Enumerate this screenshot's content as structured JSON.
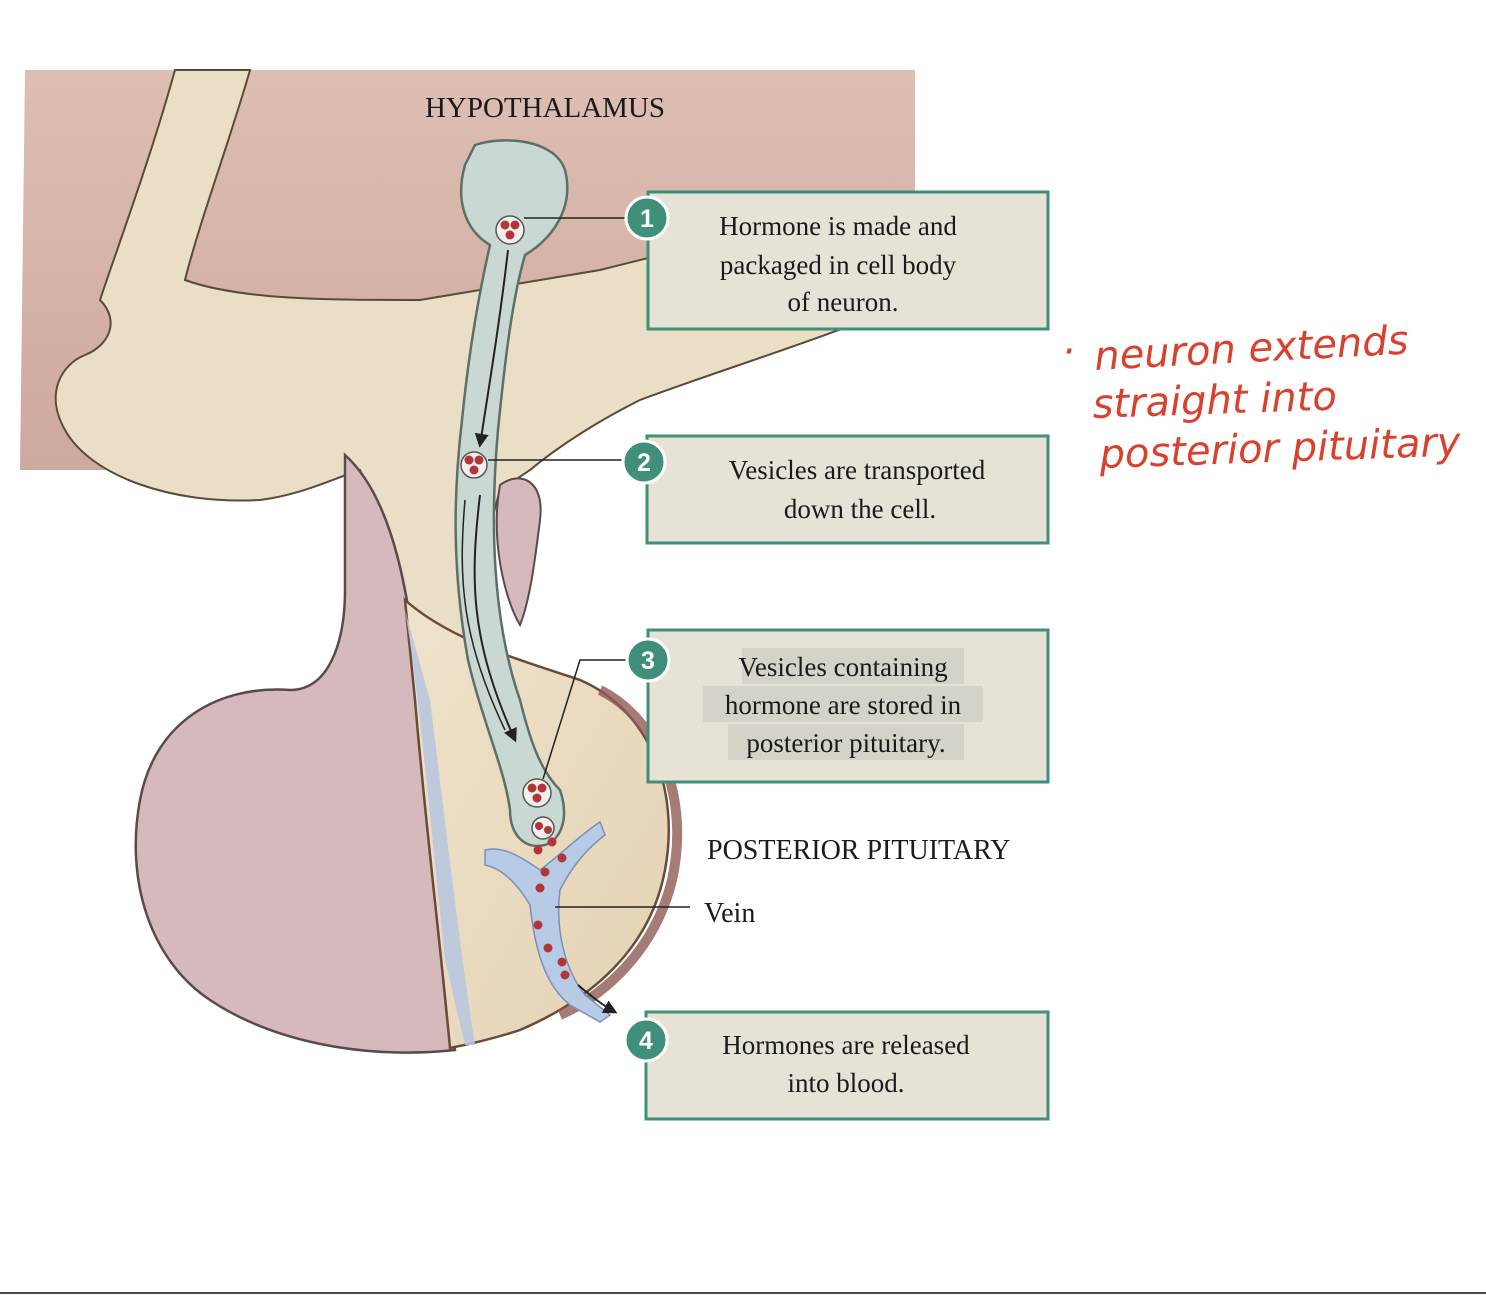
{
  "labels": {
    "hypothalamus": "HYPOTHALAMUS",
    "posterior_pituitary": "POSTERIOR PITUITARY",
    "vein": "Vein"
  },
  "steps": [
    {
      "number": "1",
      "lines": [
        "Hormone is made and",
        "packaged in cell body",
        "of neuron."
      ]
    },
    {
      "number": "2",
      "lines": [
        "Vesicles are transported",
        "down the cell."
      ]
    },
    {
      "number": "3",
      "lines": [
        "Vesicles containing",
        "hormone are stored in",
        "posterior pituitary."
      ]
    },
    {
      "number": "4",
      "lines": [
        "Hormones are released",
        "into blood."
      ]
    }
  ],
  "handwritten_note": {
    "bullet": "·",
    "lines": [
      "neuron extends",
      "straight into",
      "posterior pituitary"
    ]
  },
  "colors": {
    "box_border": "#3f8f7a",
    "box_fill": "#e6e2d6",
    "badge": "#3f8f7a",
    "neuron": "#c9d8d2",
    "vesicle": "#b3353c",
    "vein": "#b7cbe6",
    "annotation": "#d9412e"
  }
}
